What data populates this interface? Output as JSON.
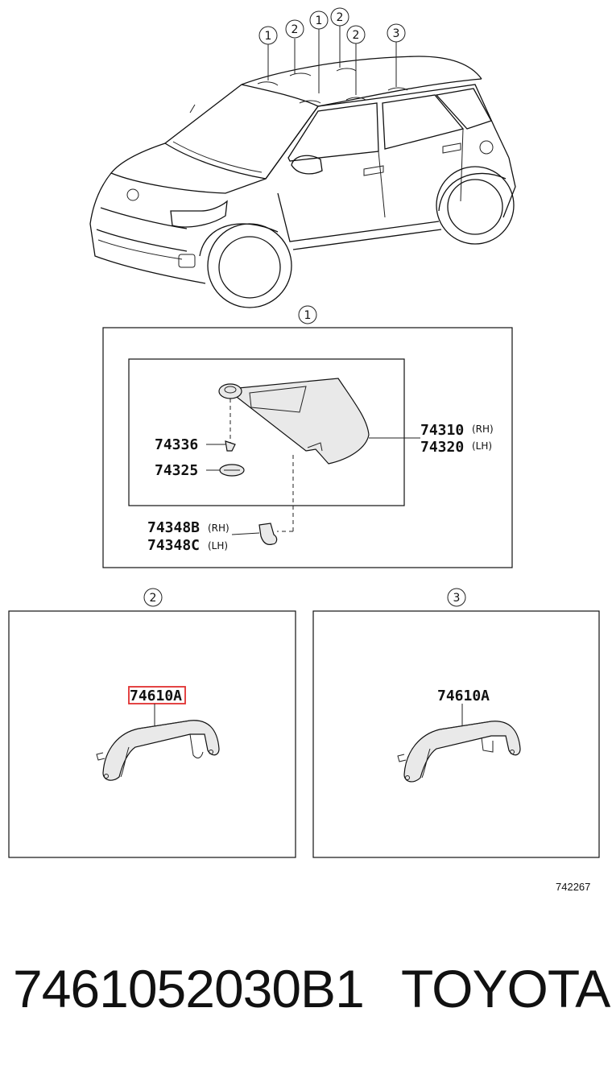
{
  "callouts": {
    "c1": "1",
    "c2": "2",
    "c3": "3"
  },
  "section1": {
    "parts": {
      "p74310": "74310",
      "p74310_side": "(RH)",
      "p74320": "74320",
      "p74320_side": "(LH)",
      "p74336": "74336",
      "p74325": "74325",
      "p74348B": "74348B",
      "p74348B_side": "(RH)",
      "p74348C": "74348C",
      "p74348C_side": "(LH)"
    }
  },
  "section2": {
    "part": "74610A",
    "highlight_color": "#e03030"
  },
  "section3": {
    "part": "74610A"
  },
  "footer": {
    "diagram_code": "742267",
    "part_number": "7461052030B1",
    "brand": "TOYOTA"
  }
}
